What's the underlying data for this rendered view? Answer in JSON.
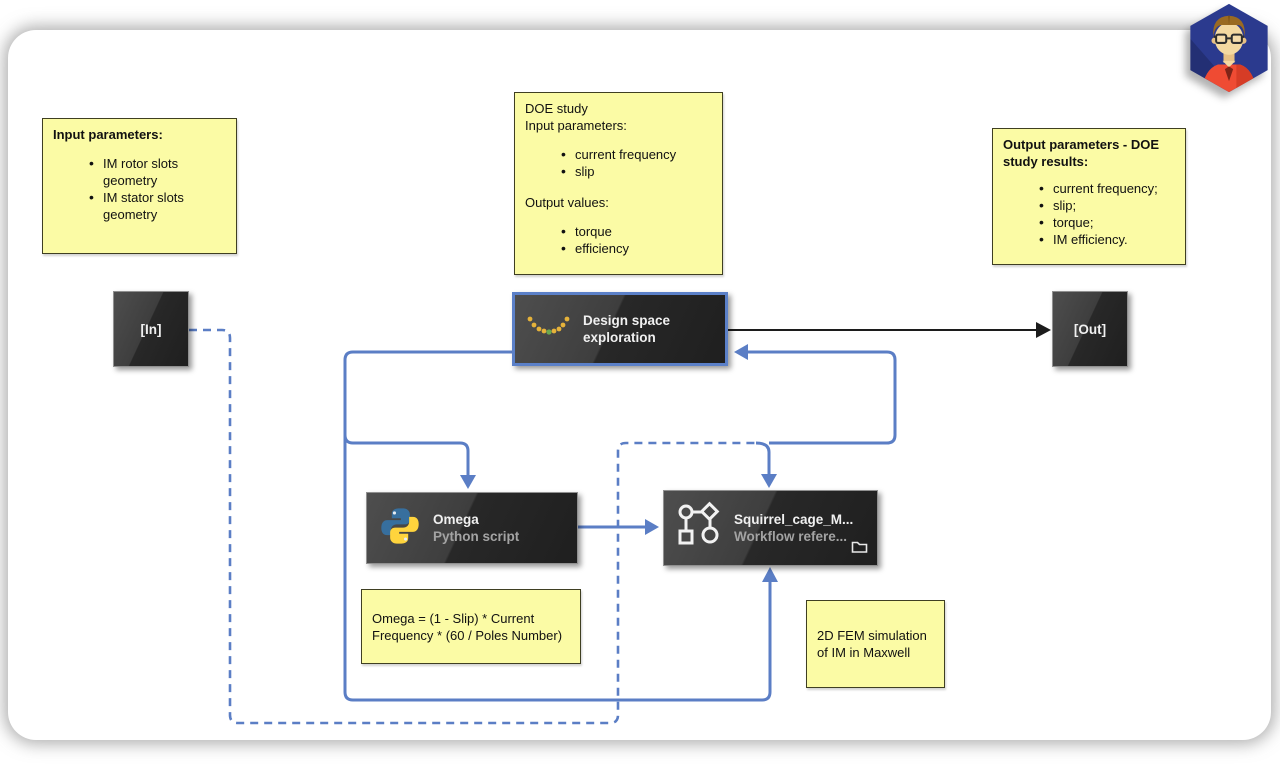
{
  "colors": {
    "connector_blue": "#5b7ec5",
    "connector_black": "#1c1c1c",
    "note_yellow": "#fbfba5",
    "node_dark": "#2e2e2e",
    "selection_blue": "#5b80c8"
  },
  "notes": {
    "input_params": {
      "title": "Input parameters:",
      "items": [
        "IM rotor slots geometry",
        "IM stator slots geometry"
      ]
    },
    "doe_study": {
      "line1": "DOE study",
      "line2": "Input parameters:",
      "input_items": [
        "current frequency",
        "slip"
      ],
      "output_label": "Output values:",
      "output_items": [
        "torque",
        "efficiency"
      ]
    },
    "output_params": {
      "title": "Output parameters - DOE study results:",
      "items": [
        "current frequency;",
        "slip;",
        "torque;",
        "IM efficiency."
      ]
    },
    "omega_formula": {
      "text": "Omega = (1 - Slip) * Current Frequency * (60 / Poles Number)"
    },
    "fem": {
      "text": "2D FEM simulation of IM in Maxwell"
    }
  },
  "nodes": {
    "in": {
      "label": "[In]"
    },
    "out": {
      "label": "[Out]"
    },
    "dse": {
      "title_line1": "Design space",
      "title_line2": "exploration",
      "icon": "scatter-curve-icon"
    },
    "omega": {
      "title": "Omega",
      "subtitle": "Python script",
      "icon": "python-icon"
    },
    "squirrel": {
      "title": "Squirrel_cage_M...",
      "subtitle": "Workflow refere...",
      "icon": "workflow-icon"
    }
  }
}
